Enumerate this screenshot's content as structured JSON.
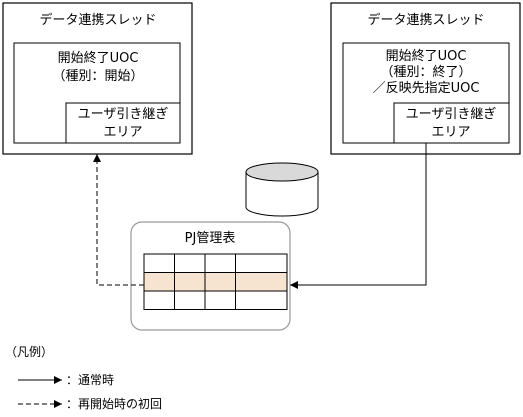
{
  "left_thread": {
    "title": "データ連携スレッド",
    "uoc_line1": "開始終了UOC",
    "uoc_line2": "（種別：開始）",
    "handover_line1": "ユーザ引き継ぎ",
    "handover_line2": "エリア"
  },
  "right_thread": {
    "title": "データ連携スレッド",
    "uoc_line1": "開始終了UOC",
    "uoc_line2": "（種別：終了）",
    "uoc_line3": "／反映先指定UOC",
    "handover_line1": "ユーザ引き継ぎ",
    "handover_line2": "エリア"
  },
  "pj_table": {
    "title": "PJ管理表",
    "rows": 3,
    "cols": 4,
    "highlighted_row": 2,
    "highlight_color": "#f7e4d0"
  },
  "database": {
    "icon": "database-cylinder-icon"
  },
  "legend": {
    "title": "（凡例）",
    "solid_label": "：通常時",
    "dashed_label": "：再開始時の初回"
  }
}
